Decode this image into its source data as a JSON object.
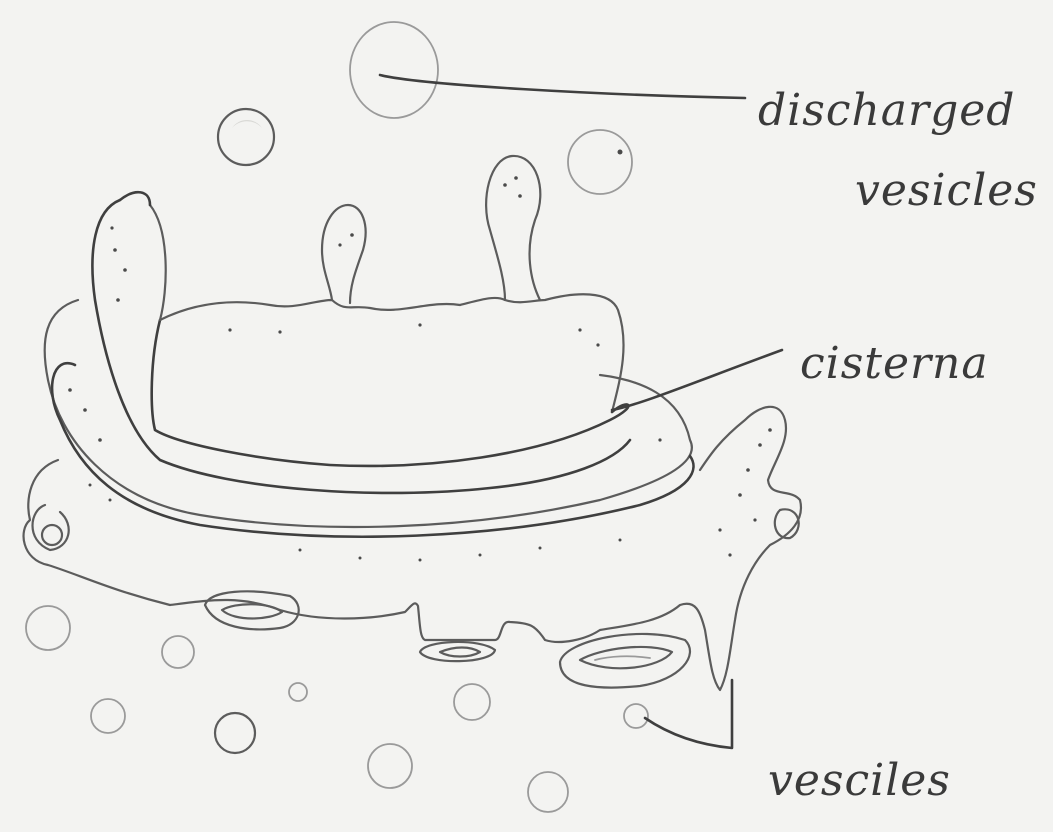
{
  "labels": {
    "discharged_line1": "discharged",
    "discharged_line2": "vesicles",
    "cisterna": "cisterna",
    "vesicles": "vesciles"
  }
}
